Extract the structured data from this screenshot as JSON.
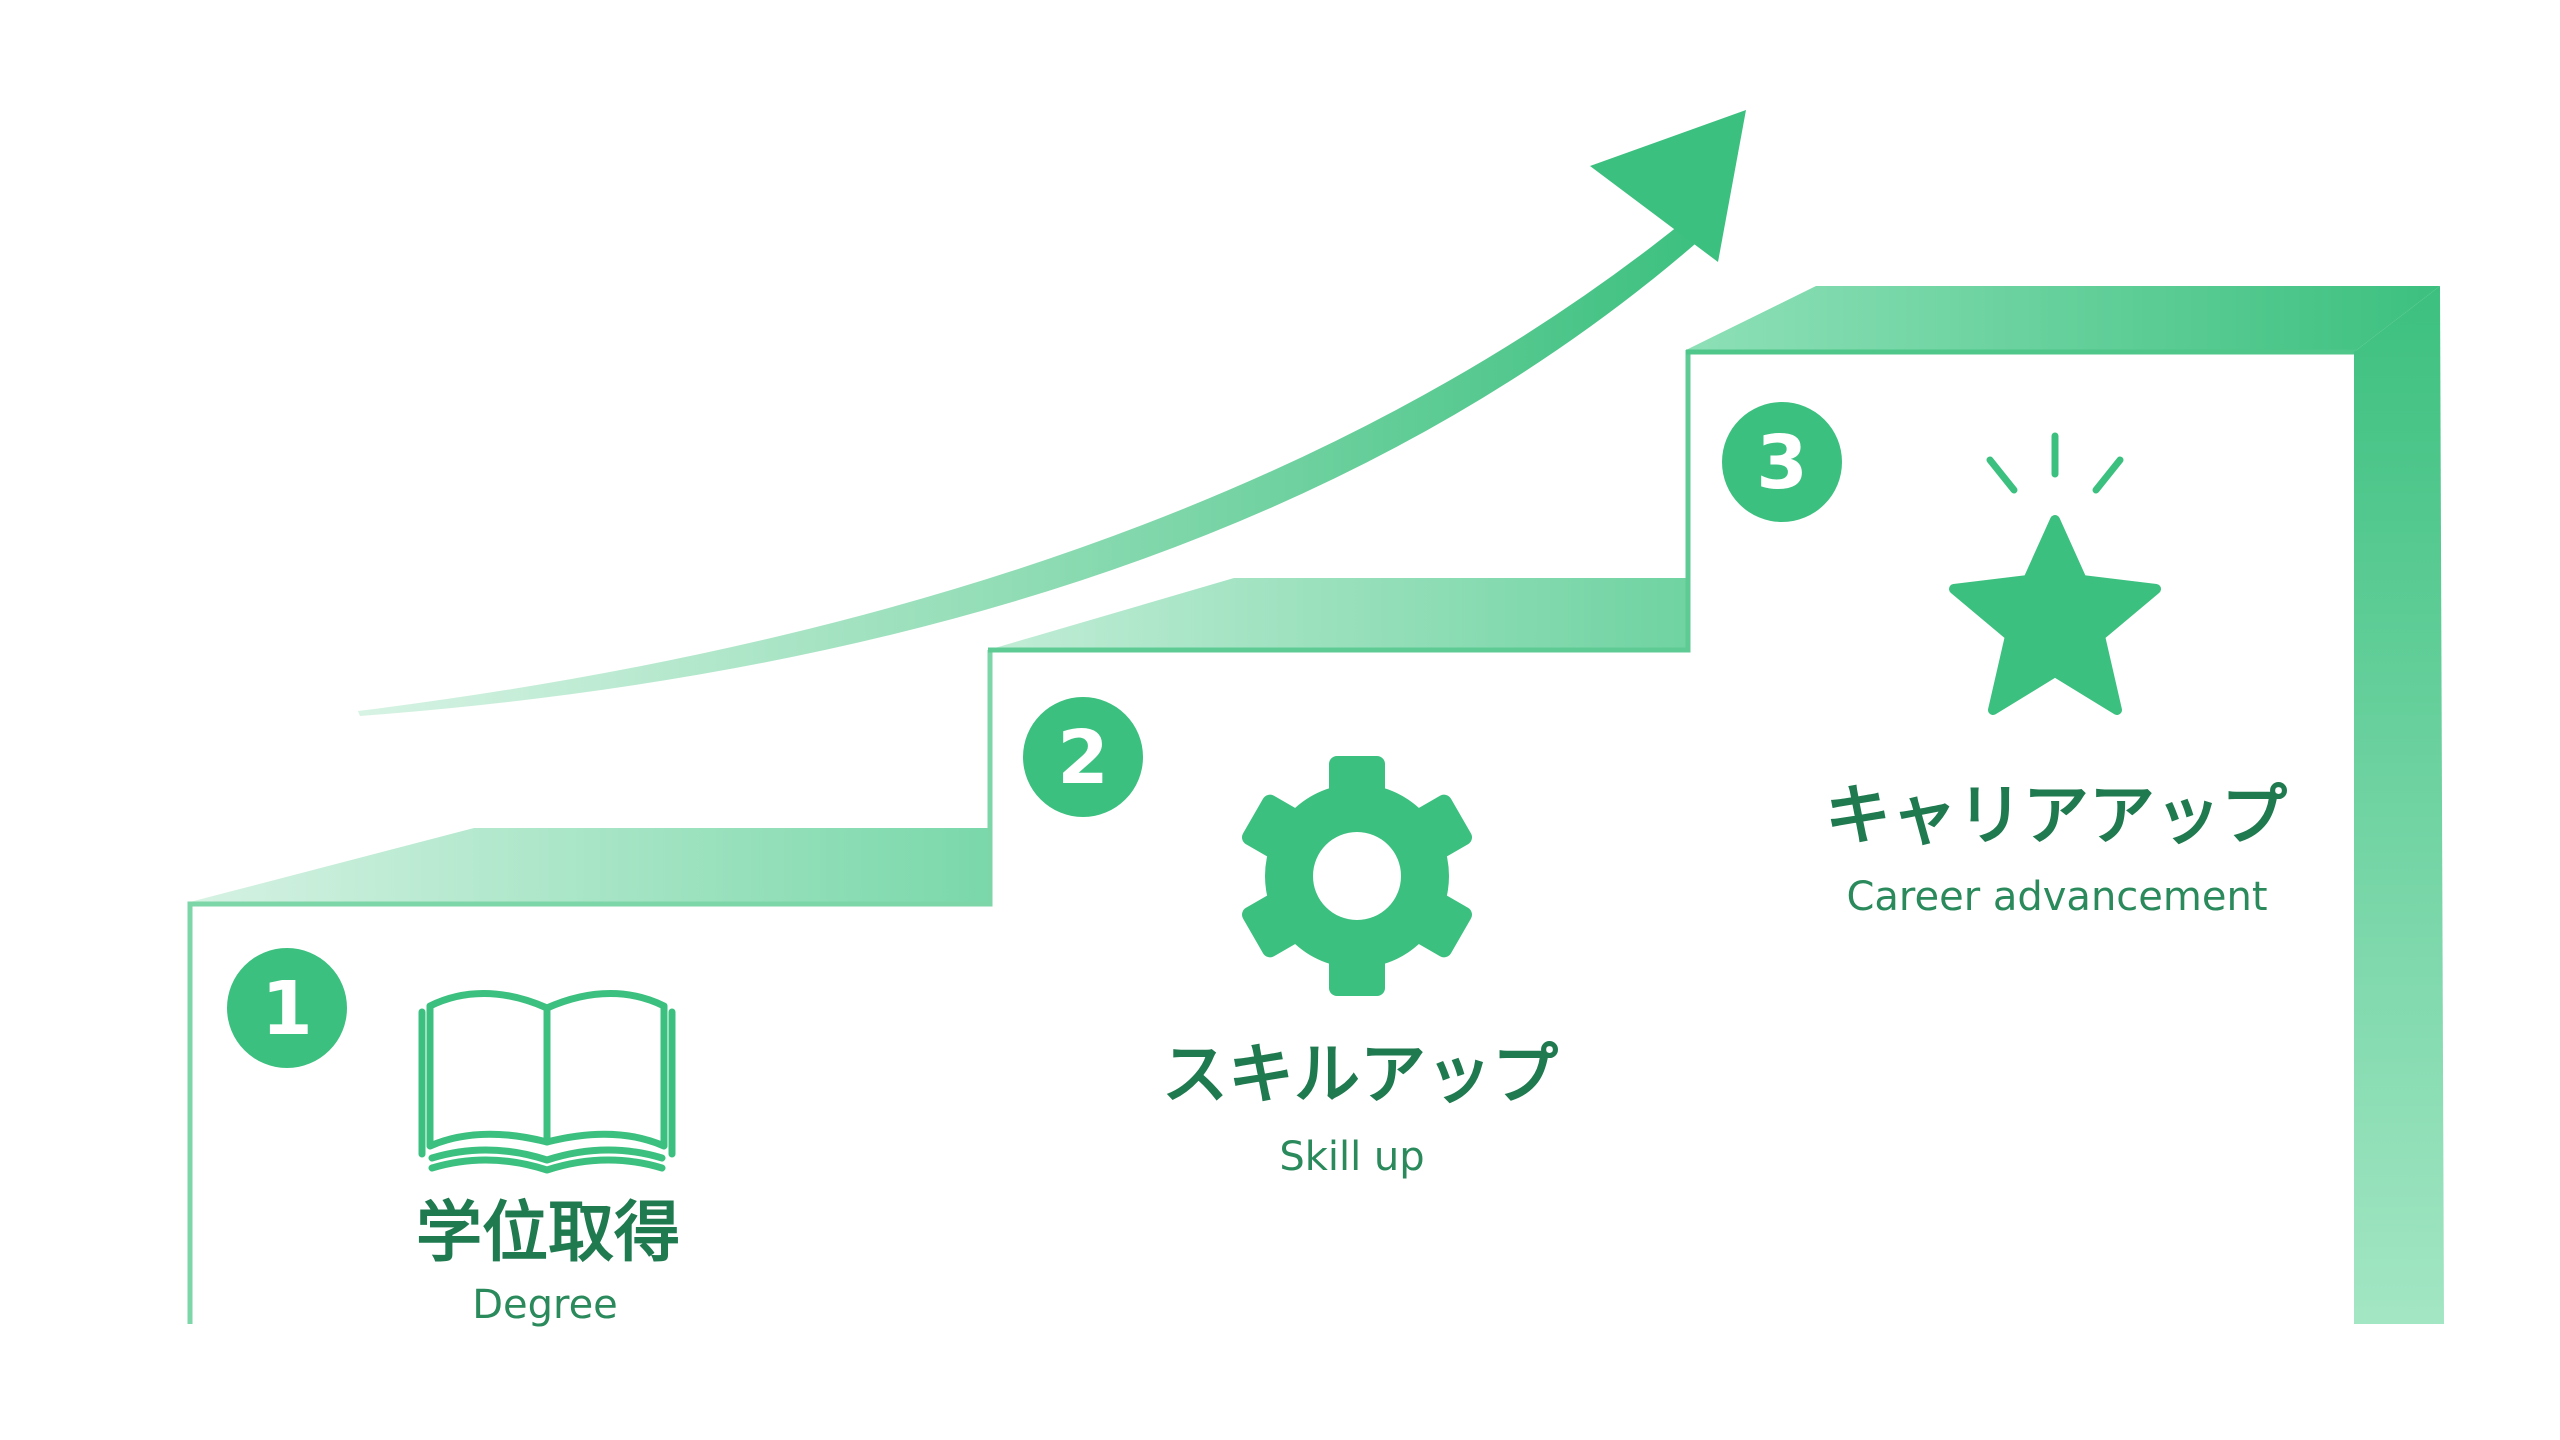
{
  "colors": {
    "primary": "#3cc07f",
    "dark_text": "#1f7a4f",
    "sub_text": "#2a8a5c",
    "light": "#c6eed9"
  },
  "steps": [
    {
      "number": "1",
      "title": "学位取得",
      "subtitle": "Degree",
      "icon": "open-book-icon"
    },
    {
      "number": "2",
      "title": "スキルアップ",
      "subtitle": "Skill up",
      "icon": "gear-icon"
    },
    {
      "number": "3",
      "title": "キャリアアップ",
      "subtitle": "Career advancement",
      "icon": "sparkling-star-icon"
    }
  ]
}
